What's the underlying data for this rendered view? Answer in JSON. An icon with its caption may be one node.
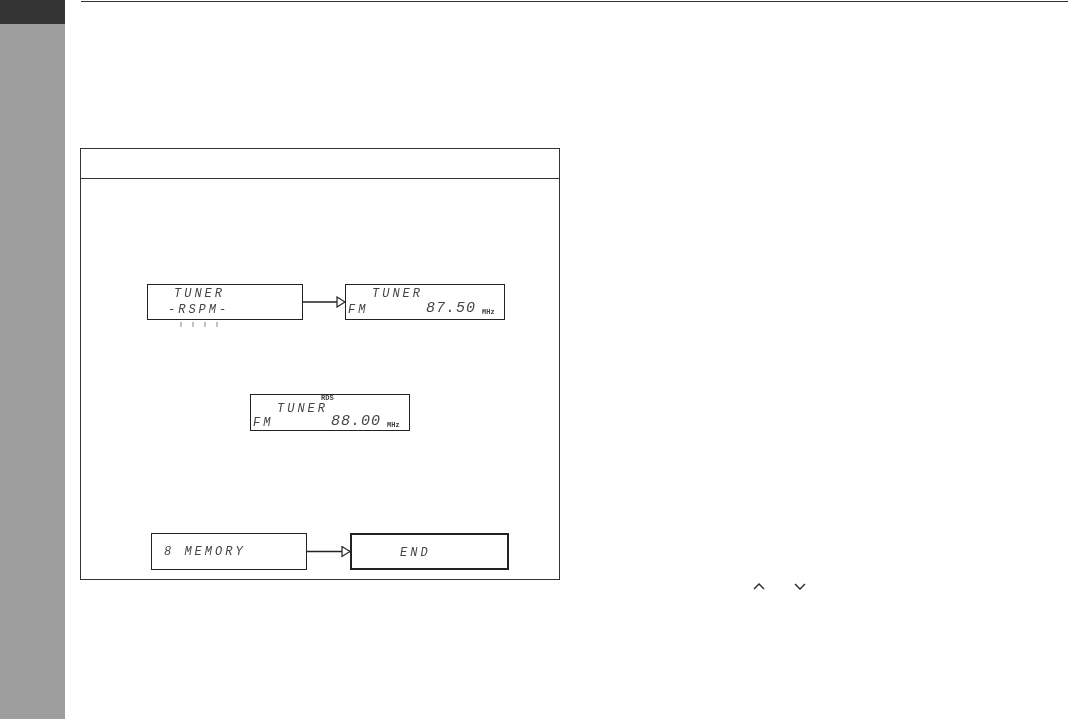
{
  "diagram": {
    "nodes": [
      {
        "text": [
          "TUNER",
          "-RSPM-"
        ]
      },
      {
        "text": [
          "TUNER",
          "FM",
          "87.50",
          "MHz"
        ]
      },
      {
        "text": [
          "RDS",
          "TUNER",
          "FM",
          "88.00",
          "MHz"
        ]
      },
      {
        "text": [
          "8 MEMORY"
        ]
      },
      {
        "text": [
          "END"
        ]
      }
    ],
    "edges": [
      {
        "from": 0,
        "to": 1,
        "arrow": "to"
      },
      {
        "from": 3,
        "to": 4,
        "arrow": "to"
      }
    ]
  }
}
